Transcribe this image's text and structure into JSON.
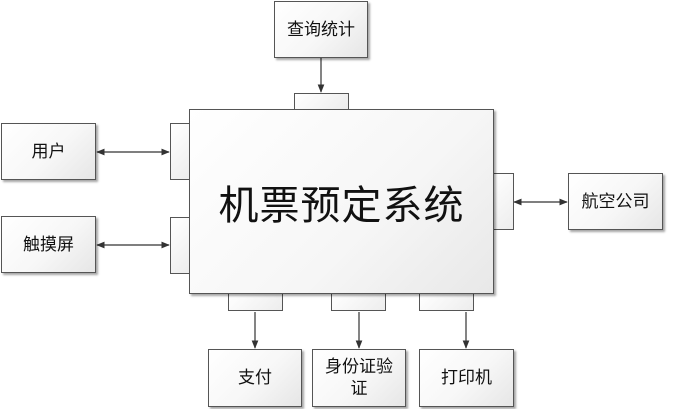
{
  "diagram": {
    "system": {
      "label": "机票预定系统"
    },
    "nodes": {
      "query": "查询统计",
      "user": "用户",
      "touchscreen": "触摸屏",
      "airline": "航空公司",
      "payment": "支付",
      "id_verify": "身份证验证",
      "printer": "打印机"
    },
    "connections": [
      {
        "from": "query",
        "to": "system",
        "direction": "one-way"
      },
      {
        "from": "user",
        "to": "system",
        "direction": "two-way"
      },
      {
        "from": "touchscreen",
        "to": "system",
        "direction": "two-way"
      },
      {
        "from": "airline",
        "to": "system",
        "direction": "two-way"
      },
      {
        "from": "system",
        "to": "payment",
        "direction": "one-way"
      },
      {
        "from": "system",
        "to": "id_verify",
        "direction": "one-way"
      },
      {
        "from": "system",
        "to": "printer",
        "direction": "one-way"
      }
    ]
  }
}
